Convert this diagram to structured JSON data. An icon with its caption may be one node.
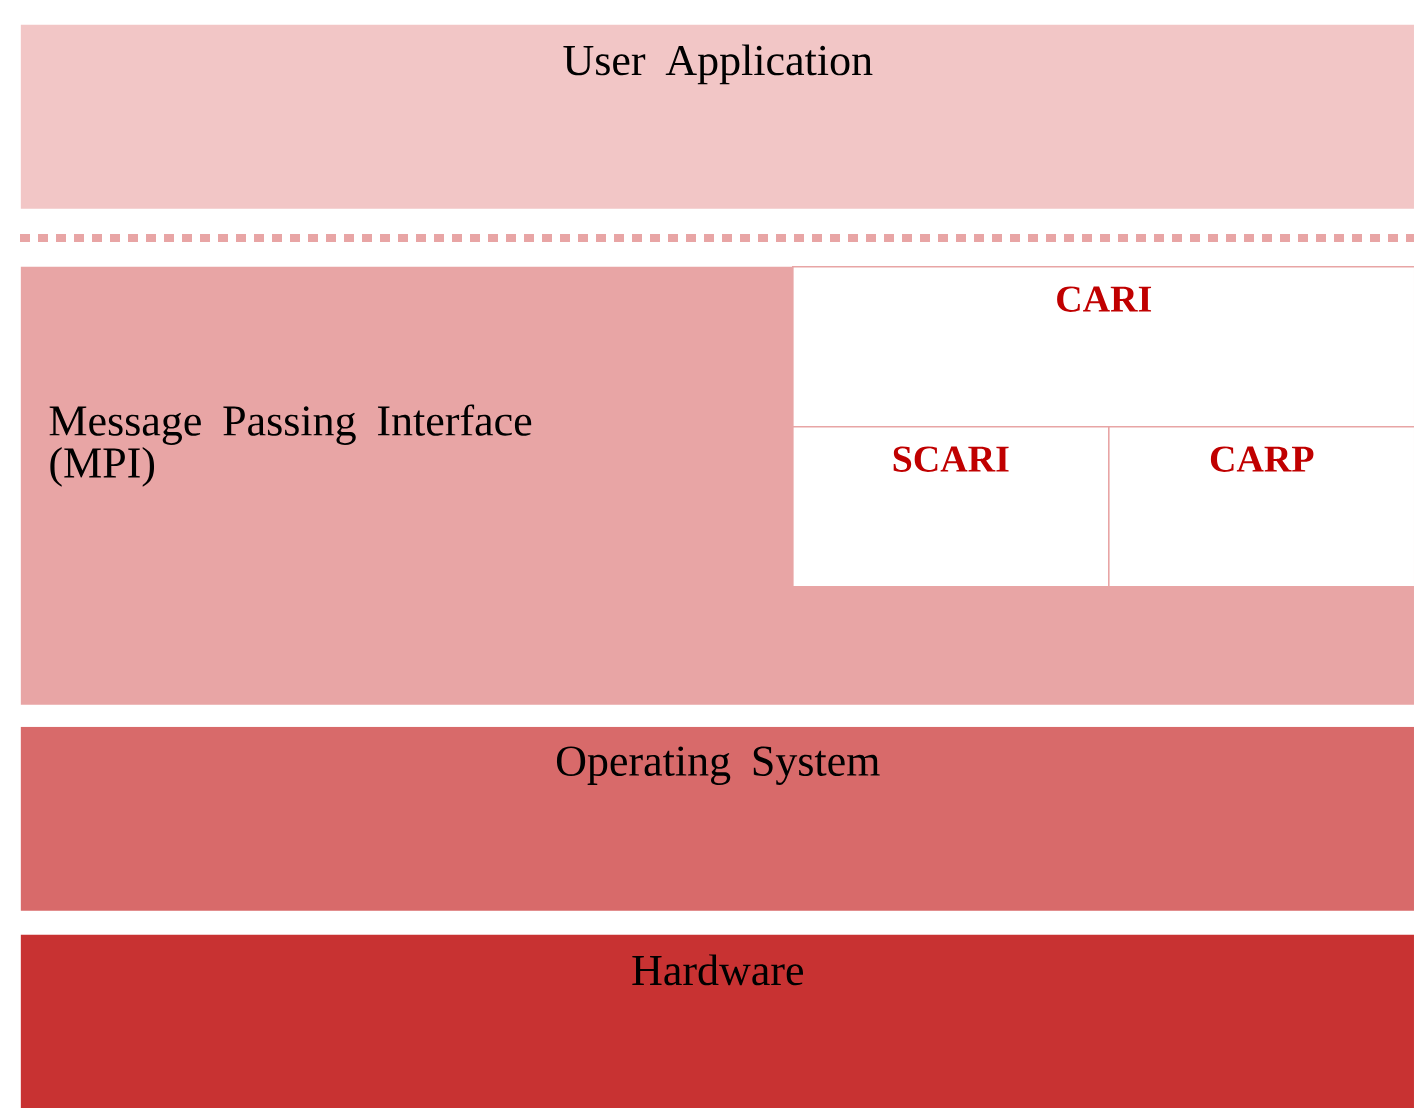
{
  "diagram": {
    "nodes": [
      {
        "text": [
          "User Application"
        ]
      },
      {
        "text": [
          "Message Passing Interface (MPI)"
        ]
      },
      {
        "text": [
          "CARI"
        ],
        "in": 1
      },
      {
        "text": [
          "SCARI"
        ],
        "in": 1
      },
      {
        "text": [
          "CARP"
        ],
        "in": 1
      },
      {
        "text": [
          "Operating System"
        ]
      },
      {
        "text": [
          "Hardware"
        ]
      }
    ]
  }
}
